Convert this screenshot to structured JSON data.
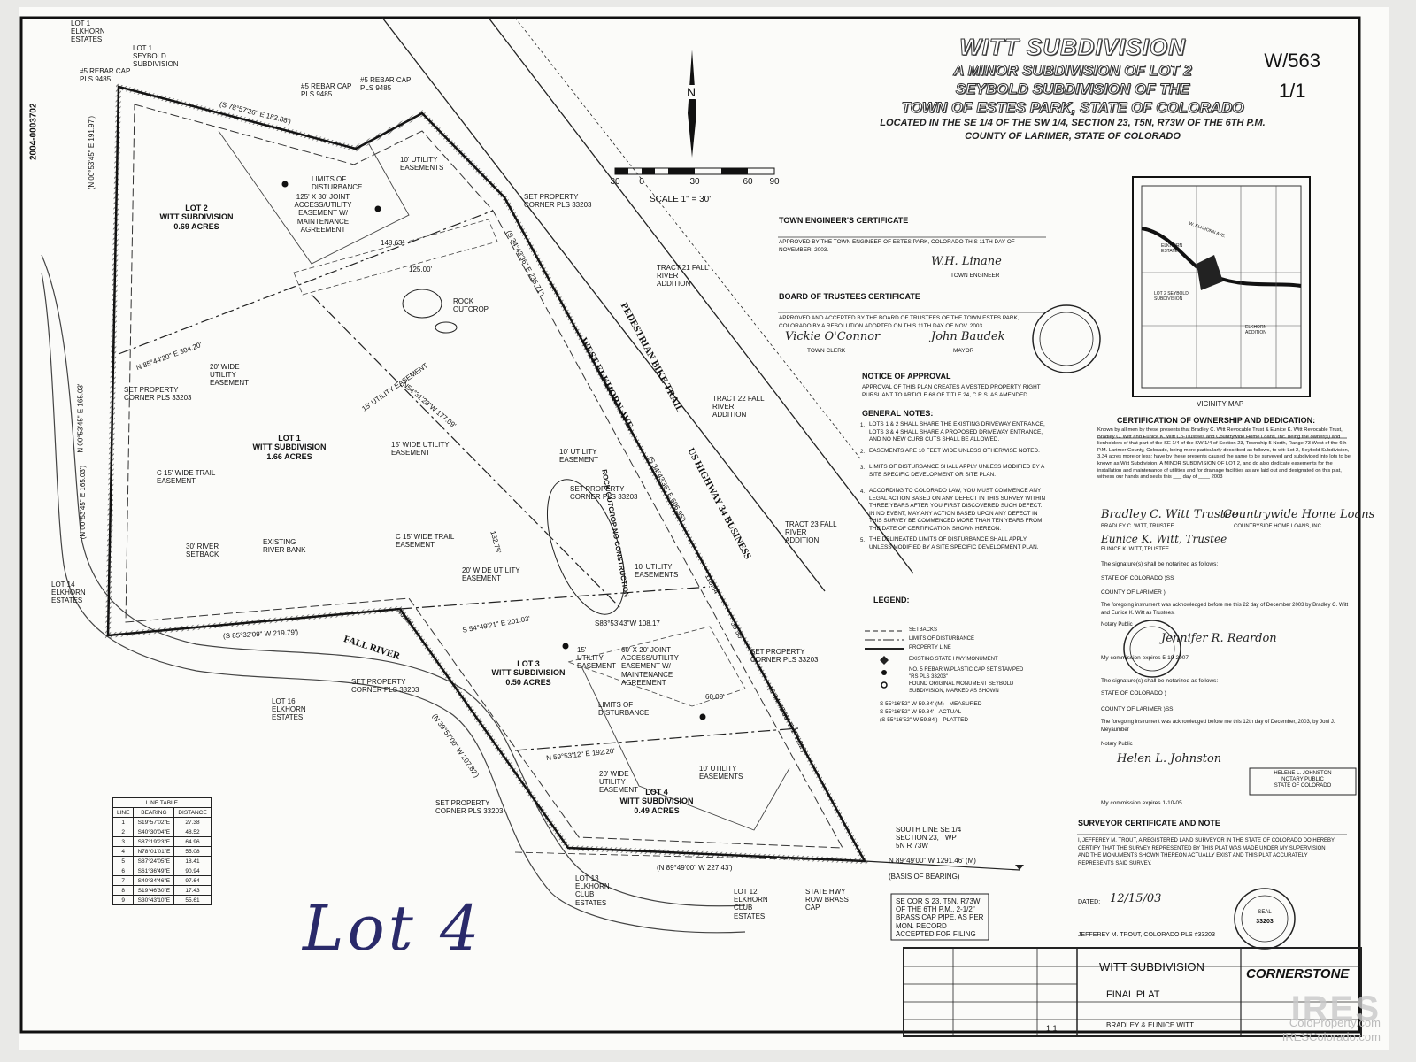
{
  "recording": {
    "number": "2004-0003702"
  },
  "title": {
    "main": "WITT SUBDIVISION",
    "line2": "A MINOR SUBDIVISION OF LOT 2",
    "line3": "SEYBOLD SUBDIVISION OF THE",
    "line4": "TOWN OF ESTES PARK, STATE OF COLORADO",
    "line5": "LOCATED IN THE SE 1/4 OF THE SW 1/4, SECTION 23, T5N, R73W OF THE 6TH P.M.",
    "line6": "COUNTY OF LARIMER, STATE OF COLORADO"
  },
  "sheet": {
    "number": "W/563",
    "page": "1/1"
  },
  "north_arrow": {
    "label": "N"
  },
  "scale": {
    "ticks": [
      "30",
      "0",
      "30",
      "60",
      "90"
    ],
    "label": "SCALE 1\" = 30'"
  },
  "lots": {
    "lot1": {
      "name": "LOT 1",
      "sub": "WITT SUBDIVISION",
      "acres": "1.66 ACRES"
    },
    "lot2": {
      "name": "LOT 2",
      "sub": "WITT SUBDIVISION",
      "acres": "0.69 ACRES"
    },
    "lot3": {
      "name": "LOT 3",
      "sub": "WITT SUBDIVISION",
      "acres": "0.50 ACRES"
    },
    "lot4": {
      "name": "LOT 4",
      "sub": "WITT SUBDIVISION",
      "acres": "0.49 ACRES"
    }
  },
  "labels": {
    "lot1_elkhorn": "LOT 1 ELKHORN ESTATES",
    "lot1_seybold": "LOT 1 SEYBOLD SUBDIVISION",
    "rebar_a": "#5 REBAR CAP PLS 9485",
    "rebar_b": "#5 REBAR CAP PLS 9485",
    "rebar_c": "#5 REBAR CAP PLS 9485",
    "brg_top": "(S 78°57'26\" E 182.88')",
    "limits1": "LIMITS OF DISTURBANCE",
    "easement_125": "125' x 30' JOINT ACCESS/UTILITY EASEMENT W/ MAINTENANCE AGREEMENT",
    "util10a": "10' UTILITY EASEMENTS",
    "set_corner_a": "SET PROPERTY CORNER PLS 33203",
    "d14863": "148.63'",
    "d12500": "125.00'",
    "rock1": "ROCK OUTCROP",
    "tract21": "TRACT 21 FALL RIVER ADDITION",
    "tract22": "TRACT 22 FALL RIVER ADDITION",
    "tract23": "TRACT 23 FALL RIVER ADDITION",
    "bike": "PEDESTRIAN BIKE TRAIL",
    "elkhorn_ave": "WEST ELKHORN AVE.",
    "us34": "US HIGHWAY 34 BUSINESS",
    "brg_304": "N 85°44'20\" E 304.20'",
    "util20a": "20' WIDE UTILITY EASEMENT",
    "util15a": "15' UTILITY EASEMENT",
    "brg_177": "N54°31'28\"W 177.09'",
    "set_corner_b": "SET PROPERTY CORNER PLS 33203",
    "util15b": "15' WIDE UTILITY EASEMENT",
    "util10b": "10' UTILITY EASEMENT",
    "brg_west1": "(N 00°53'45\" E 191.97')",
    "brg_west2": "N 00°53'45\" E 165.03'",
    "brg_west3": "(N 00°53'45\" E 165.03')",
    "trail_c1": "C 15' WIDE TRAIL EASEMENT",
    "trail_c2": "C 15' WIDE TRAIL EASEMENT",
    "setback30": "30' RIVER SETBACK",
    "riverbank": "EXISTING RIVER BANK",
    "set_corner_c": "SET PROPERTY CORNER PLS 33203",
    "rock2": "ROCK OUTCROP NO CONSTRUCTION",
    "util10c": "10' UTILITY EASEMENTS",
    "util20b": "20' WIDE UTILITY EASEMENT",
    "lot14": "LOT 14 ELKHORN ESTATES",
    "brg_21979": "(S 85°32'09\" W 219.79')",
    "fall_river": "FALL RIVER",
    "brg_201": "S 54°49'21\" E 201.03'",
    "brg_108": "S83°53'43\"W 108.17",
    "util15c": "15' UTILITY EASEMENT",
    "easement_60": "60' x 20' JOINT ACCESS/UTILITY EASEMENT W/ MAINTENANCE AGREEMENT",
    "set_corner_d": "SET PROPERTY CORNER PLS 33203",
    "set_corner_e": "SET PROPERTY CORNER PLS 33203",
    "lot16": "LOT 16 ELKHORN ESTATES",
    "limits2": "LIMITS OF DISTURBANCE",
    "d6000": "60.00'",
    "brg_192": "N 59°53'12\" E 192.20'",
    "util10d": "10' UTILITY EASEMENTS",
    "util20c": "20' WIDE UTILITY EASEMENT",
    "set_corner_f": "SET PROPERTY CORNER PLS 33203",
    "brg_227": "(N 89°49'00\" W 227.43')",
    "lot13": "LOT 13 ELKHORN CLUB ESTATES",
    "lot12": "LOT 12 ELKHORN CLUB ESTATES",
    "hwy_cap": "STATE HWY ROW BRASS CAP",
    "south_line": "SOUTH LINE SE 1/4 SECTION 23, TWP 5N R 73W",
    "brg_1291": "N 89°49'00\" W 1291.46' (M)",
    "basis": "(BASIS OF BEARING)",
    "se_cor": "SE COR S 23, T5N, R73W OF THE 6th P.M., 2-1/2\" BRASS CAP PIPE, AS PER MON. RECORD ACCEPTED FOR FILING",
    "brg_606": "(S 34°43'36\" E 606.95')",
    "brg_118": "118.54'",
    "brg_171": "(S 34°43'36\" E 171.22')",
    "brg_236": "(S 34°43'36\" E 236.71')",
    "brg_132": "132.75'",
    "brg_207": "(N 39°57'00\" W 207.82')",
    "d3036": "30.36'",
    "d4645": "46.45'"
  },
  "line_table": {
    "title": "LINE TABLE",
    "headers": [
      "LINE",
      "BEARING",
      "DISTANCE"
    ],
    "rows": [
      [
        "1",
        "S19°57'02\"E",
        "27.38"
      ],
      [
        "2",
        "S40°30'04\"E",
        "48.52"
      ],
      [
        "3",
        "S87°19'23\"E",
        "64.96"
      ],
      [
        "4",
        "N78°01'01\"E",
        "55.08"
      ],
      [
        "5",
        "S87°24'05\"E",
        "18.41"
      ],
      [
        "6",
        "S61°36'49\"E",
        "90.94"
      ],
      [
        "7",
        "S40°34'46\"E",
        "97.64"
      ],
      [
        "8",
        "S19°46'30\"E",
        "17.43"
      ],
      [
        "9",
        "S30°43'10\"E",
        "55.61"
      ]
    ]
  },
  "handwritten": "Lot 4",
  "town_engineer": {
    "heading": "TOWN ENGINEER'S CERTIFICATE",
    "text": "APPROVED BY THE TOWN ENGINEER OF ESTES PARK, COLORADO THIS 11th DAY OF November, 2003.",
    "signature": "W.H. Linane",
    "role": "TOWN ENGINEER"
  },
  "trustees": {
    "heading": "BOARD OF TRUSTEES CERTIFICATE",
    "text": "APPROVED AND ACCEPTED BY THE BOARD OF TRUSTEES OF THE TOWN ESTES PARK, COLORADO BY A RESOLUTION ADOPTED ON THIS 11th DAY OF Nov. 2003.",
    "sig_clerk": "Vickie O'Connor",
    "role_clerk": "TOWN CLERK",
    "sig_mayor": "John Baudek",
    "role_mayor": "MAYOR"
  },
  "notice": {
    "heading": "NOTICE OF APPROVAL",
    "text": "APPROVAL OF THIS PLAN CREATES A VESTED PROPERTY RIGHT PURSUANT TO ARTICLE 68 OF TITLE 24, C.R.S. AS AMENDED."
  },
  "general_notes": {
    "heading": "GENERAL NOTES:",
    "items": [
      "LOTS 1 & 2 SHALL SHARE THE EXISTING DRIVEWAY ENTRANCE, LOTS 3 & 4 SHALL SHARE A PROPOSED DRIVEWAY ENTRANCE, AND NO NEW CURB CUTS SHALL BE ALLOWED.",
      "EASEMENTS ARE 10 FEET WIDE UNLESS OTHERWISE NOTED.",
      "LIMITS OF DISTURBANCE SHALL APPLY UNLESS MODIFIED BY A SITE SPECIFIC DEVELOPMENT OR SITE PLAN.",
      "ACCORDING TO COLORADO LAW, YOU MUST COMMENCE ANY LEGAL ACTION BASED ON ANY DEFECT IN THIS SURVEY WITHIN THREE YEARS AFTER YOU FIRST DISCOVERED SUCH DEFECT. IN NO EVENT, MAY ANY ACTION BASED UPON ANY DEFECT IN THIS SURVEY BE COMMENCED MORE THAN TEN YEARS FROM THE DATE OF CERTIFICATION SHOWN HEREON.",
      "THE DELINEATED LIMITS OF DISTURBANCE SHALL APPLY UNLESS MODIFIED BY A SITE SPECIFIC DEVELOPMENT PLAN."
    ]
  },
  "legend": {
    "heading": "LEGEND:",
    "items": [
      "SETBACKS",
      "LIMITS OF DISTURBANCE",
      "PROPERTY LINE",
      "EXISTING STATE HWY MONUMENT",
      "NO. 5 REBAR W/PLASTIC CAP SET STAMPED \"RS PLS 33203\"",
      "FOUND ORIGINAL MONUMENT SEYBOLD SUBDIVISION, MARKED AS SHOWN"
    ],
    "bearing1": "S 55°16'52\" W 59.84' (M) - MEASURED",
    "bearing2": "S 55°16'52\" W 59.84' - ACTUAL",
    "bearing3": "(S 55°16'52\" W 59.84') - PLATTED"
  },
  "vicinity": {
    "heading": "VICINITY MAP",
    "labels": [
      "ELKHORN ESTATES",
      "LOT 2 SEYBOLD SUBDIVISION",
      "ELKHORN ADDITION",
      "W. ELKHORN AVE."
    ]
  },
  "ownership": {
    "heading": "CERTIFICATION OF OWNERSHIP AND DEDICATION:",
    "text": "Known by all men by these presents that Bradley C. Witt Revocable Trust & Eunice K. Witt Revocable Trust, Bradley C. Witt and Eunice K. Witt Co-Trustees and Countrywide Home Loans, Inc. being the owner(s) and lienholders of that part of the SE 1/4 of the SW 1/4 of Section 23, Township 5 North, Range 73 West of the 6th P.M. Larimer County, Colorado, being more particularly described as follows, to wit: Lot 2, Seybold Subdivision, 3.34 acres more or less; have by these presents caused the same to be surveyed and subdivided into lots to be known as Witt Subdivision, A MINOR SUBDIVISION OF LOT 2, and do also dedicate easements for the installation and maintenance of utilities and for drainage facilities as are laid out and designated on this plat, witness our hands and seals this ___ day of ____ 2003",
    "sig1": "Bradley C. Witt Trustee",
    "name1": "BRADLEY C. WITT, Trustee",
    "sig2": "Eunice K. Witt, Trustee",
    "name2": "EUNICE K. WITT, Trustee",
    "sig3": "Countrywide Home Loans",
    "name3": "COUNTRYSIDE HOME LOANS, INC.",
    "notary_intro": "The signature(s) shall be notarized as follows:",
    "state1": "STATE OF Colorado )SS",
    "county1": "COUNTY OF Larimer )",
    "ack1": "The foregoing instrument was acknowledged before me this 22 day of December 2003 by Bradley C. Witt and Eunice K. Witt as Trustees.",
    "notary1_label": "Notary Public",
    "notary1_sig": "Jennifer R. Reardon",
    "commission1": "My commission expires 5-19-2007",
    "notary_intro2": "The signature(s) shall be notarized as follows:",
    "state2": "STATE OF Colorado )",
    "county2": "COUNTY OF Larimer )SS",
    "ack2": "The foregoing instrument was acknowledged before me this 12th day of December, 2003, by Joni J. Meyaumber",
    "notary2_label": "Notary Public",
    "notary2_sig": "Helen L. Johnston",
    "stamp_lines": [
      "HELENE L. JOHNSTON",
      "NOTARY PUBLIC",
      "STATE OF COLORADO"
    ],
    "commission2": "My commission expires 1-10-05"
  },
  "surveyor": {
    "heading": "SURVEYOR CERTIFICATE AND NOTE",
    "text": "I, JEFFEREY M. TROUT, A REGISTERED LAND SURVEYOR IN THE STATE OF COLORADO DO HEREBY CERTIFY THAT THE SURVEY REPRESENTED BY THIS PLAT WAS MADE UNDER MY SUPERVISION AND THE MONUMENTS SHOWN THEREON ACTUALLY EXIST AND THIS PLAT ACCURATELY REPRESENTS SAID SURVEY.",
    "dated_label": "DATED:",
    "dated": "12/15/03",
    "name": "JEFFEREY M. TROUT, COLORADO PLS #33203"
  },
  "seal": {
    "text": "SEAL",
    "number": "33203"
  },
  "title_block": {
    "project": "WITT SUBDIVISION",
    "sheet_title": "FINAL PLAT",
    "client": "BRADLEY & EUNICE WITT",
    "firm": "CORNERSTONE",
    "sheet": "1 1"
  },
  "watermark": {
    "big": "IRES",
    "line1": "ColoProperty.com",
    "line2": "IRESColorado.com"
  },
  "colors": {
    "ink": "#111111",
    "paper": "#fbfbf9",
    "handwriting": "#2a2a6a"
  }
}
